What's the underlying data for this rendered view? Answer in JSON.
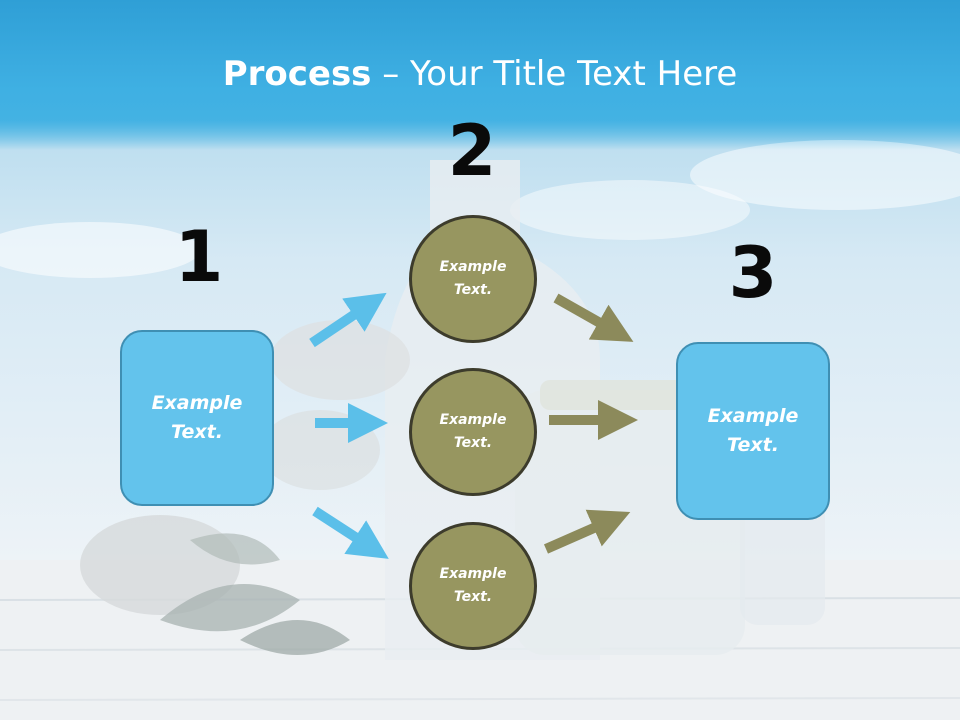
{
  "title": {
    "bold": "Process",
    "rest": " – Your Title Text Here"
  },
  "steps": {
    "one": "1",
    "two": "2",
    "three": "3"
  },
  "left_box": {
    "text": "Example\nText."
  },
  "circles": [
    {
      "text": "Example\nText."
    },
    {
      "text": "Example\nText."
    },
    {
      "text": "Example\nText."
    }
  ],
  "right_box": {
    "text": "Example\nText."
  },
  "colors": {
    "blue_shape": "#63c3ec",
    "olive_shape": "#979660",
    "blue_arrow": "#5bbfe9",
    "olive_arrow": "#8c8a5b"
  }
}
